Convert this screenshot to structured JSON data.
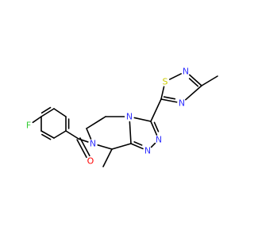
{
  "molecule": {
    "atoms": {
      "F": {
        "label": "F",
        "color": "#33cc33"
      },
      "O": {
        "label": "O",
        "color": "#ff0000"
      },
      "N7": {
        "label": "N",
        "color": "#3333ff"
      },
      "N4": {
        "label": "N",
        "color": "#3333ff"
      },
      "N2": {
        "label": "N",
        "color": "#3333ff"
      },
      "N1": {
        "label": "N",
        "color": "#3333ff"
      },
      "S": {
        "label": "S",
        "color": "#cccc00"
      },
      "NTD": {
        "label": "N",
        "color": "#3333ff"
      },
      "NTB": {
        "label": "N",
        "color": "#3333ff"
      }
    }
  }
}
